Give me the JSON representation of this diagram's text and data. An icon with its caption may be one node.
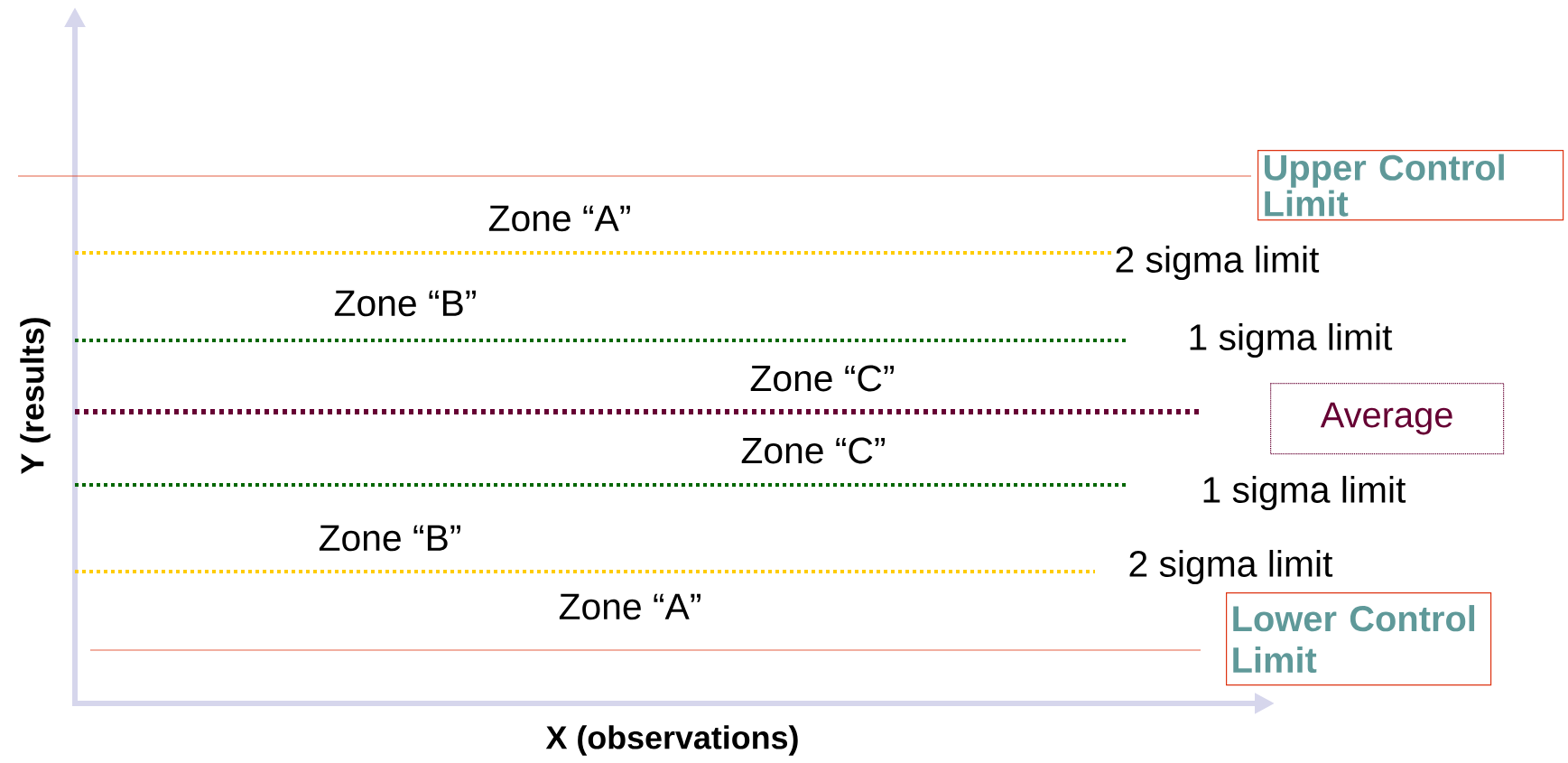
{
  "diagram": {
    "nodes": [
      {
        "text": [
          "Upper Control Limit"
        ]
      },
      {
        "text": [
          "Average"
        ]
      },
      {
        "text": [
          "Lower Control Limit"
        ]
      }
    ],
    "labels": [
      "Zone “A”",
      "2 sigma limit",
      "Zone “B”",
      "1 sigma limit",
      "Zone “C”",
      "Zone “C”",
      "1 sigma limit",
      "Zone “B”",
      "2 sigma limit",
      "Zone “A”",
      "Y (results)",
      "X (observations)"
    ]
  }
}
